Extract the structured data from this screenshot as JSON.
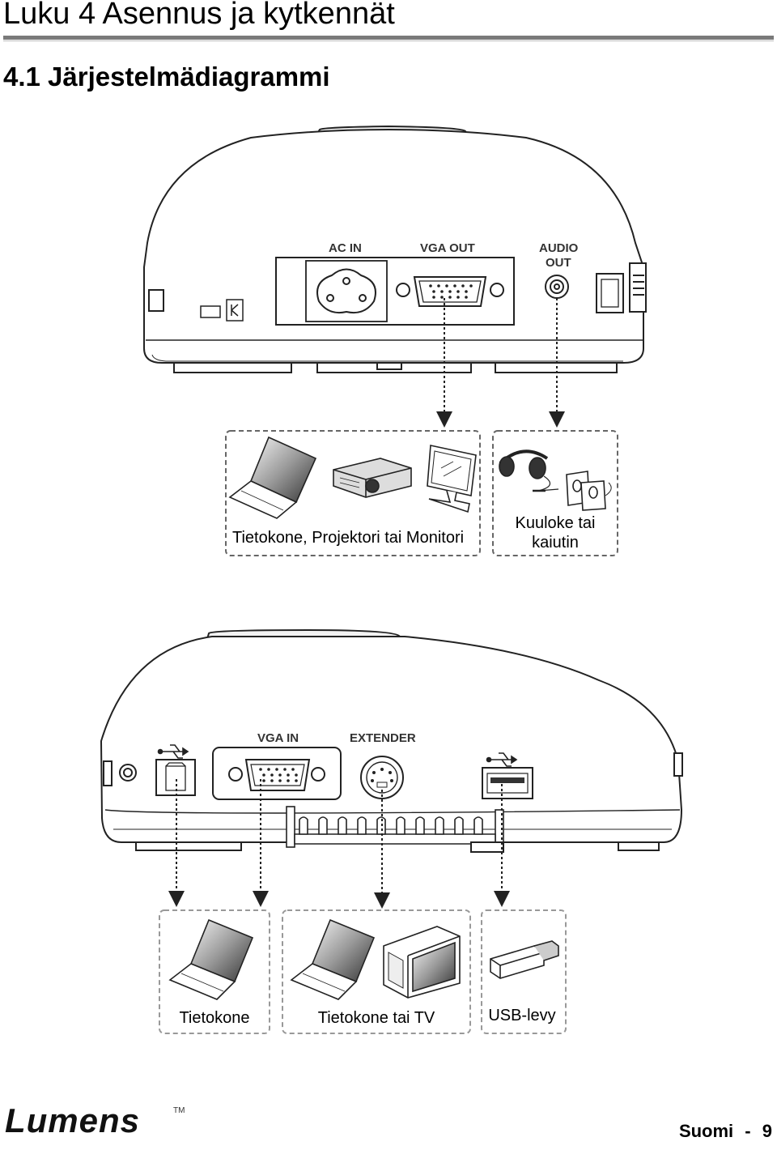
{
  "chapter_title": "Luku 4 Asennus ja kytkennät",
  "section_title": "4.1 Järjestelmädiagrammi",
  "top_device": {
    "ports": {
      "ac_in": "AC IN",
      "vga_out": "VGA OUT",
      "audio_out_1": "AUDIO",
      "audio_out_2": "OUT"
    },
    "captions": {
      "display": "Tietokone, Projektori tai Monitori",
      "audio_1": "Kuuloke tai",
      "audio_2": "kaiutin"
    }
  },
  "bottom_device": {
    "ports": {
      "vga_in": "VGA IN",
      "extender": "EXTENDER"
    },
    "captions": {
      "computer": "Tietokone",
      "computer_tv": "Tietokone tai TV",
      "usb": "USB-levy"
    }
  },
  "footer": {
    "logo": "Lumens",
    "tm": "TM",
    "language": "Suomi",
    "separator": "-",
    "page": "9"
  },
  "icons": [
    "kensington-lock-icon",
    "usb-icon",
    "laptop-icon",
    "projector-icon",
    "monitor-icon",
    "headphones-icon",
    "speakers-icon",
    "crt-monitor-icon",
    "usb-drive-icon"
  ]
}
